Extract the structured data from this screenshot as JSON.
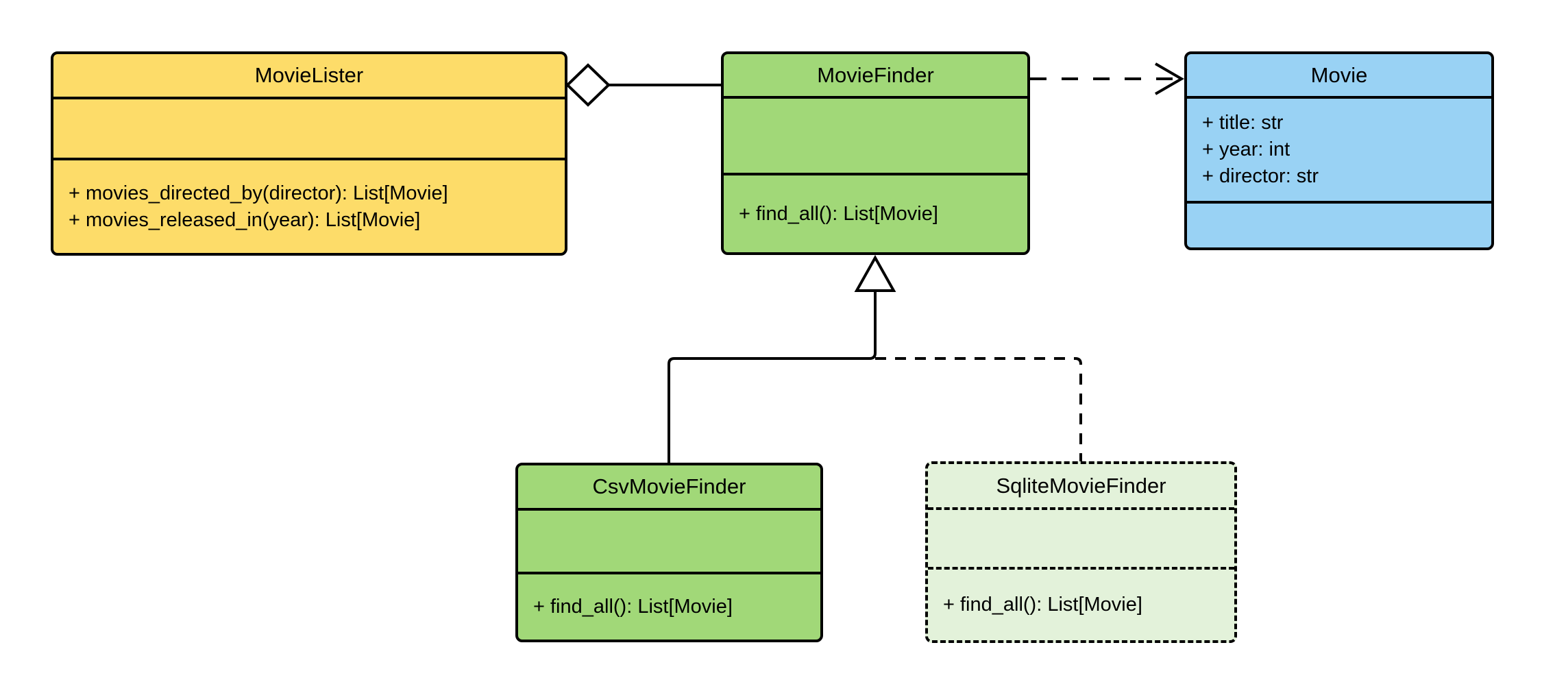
{
  "diagram": {
    "kind": "uml-class-diagram",
    "background": "#ffffff",
    "stroke_color": "#000000",
    "text_color": "#000000",
    "classes": {
      "movielister": {
        "title": "MovieLister",
        "attributes": [],
        "methods": [
          "+ movies_directed_by(director): List[Movie]",
          "+ movies_released_in(year): List[Movie]"
        ],
        "fill": "#FDDC69",
        "border_style": "solid"
      },
      "moviefinder": {
        "title": "MovieFinder",
        "attributes": [],
        "methods": [
          "+ find_all(): List[Movie]"
        ],
        "fill": "#A1D878",
        "border_style": "solid"
      },
      "movie": {
        "title": "Movie",
        "attributes": [
          "+ title: str",
          "+ year: int",
          "+ director: str"
        ],
        "methods": [],
        "fill": "#99D2F4",
        "border_style": "solid"
      },
      "csvmoviefinder": {
        "title": "CsvMovieFinder",
        "attributes": [],
        "methods": [
          "+ find_all(): List[Movie]"
        ],
        "fill": "#A1D878",
        "border_style": "solid"
      },
      "sqlitemoviefinder": {
        "title": "SqliteMovieFinder",
        "attributes": [],
        "methods": [
          "+ find_all(): List[Movie]"
        ],
        "fill": "#E3F2DA",
        "border_style": "dashed"
      }
    },
    "relationships": [
      {
        "type": "aggregation",
        "from": "MovieLister",
        "to": "MovieFinder",
        "line": "solid",
        "marker": "hollow-diamond",
        "marker_at": "MovieLister"
      },
      {
        "type": "dependency",
        "from": "MovieFinder",
        "to": "Movie",
        "line": "dashed",
        "marker": "open-arrow",
        "marker_at": "Movie"
      },
      {
        "type": "generalization",
        "from": "CsvMovieFinder",
        "to": "MovieFinder",
        "line": "solid",
        "marker": "hollow-triangle",
        "marker_at": "MovieFinder"
      },
      {
        "type": "generalization",
        "from": "SqliteMovieFinder",
        "to": "MovieFinder",
        "line": "dashed",
        "marker": "hollow-triangle",
        "marker_at": "MovieFinder"
      }
    ]
  }
}
